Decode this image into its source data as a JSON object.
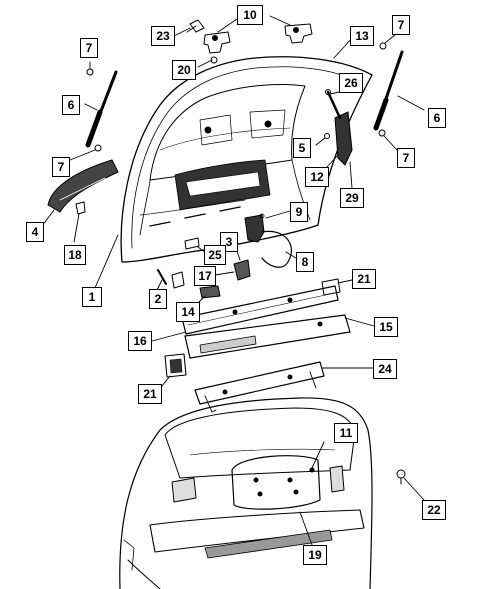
{
  "diagram": {
    "callouts": [
      {
        "key": "c1",
        "label": "1"
      },
      {
        "key": "c2",
        "label": "2"
      },
      {
        "key": "c3",
        "label": "3"
      },
      {
        "key": "c4",
        "label": "4"
      },
      {
        "key": "c5",
        "label": "5"
      },
      {
        "key": "c6a",
        "label": "6"
      },
      {
        "key": "c6b",
        "label": "6"
      },
      {
        "key": "c7a",
        "label": "7"
      },
      {
        "key": "c7b",
        "label": "7"
      },
      {
        "key": "c7c",
        "label": "7"
      },
      {
        "key": "c7d",
        "label": "7"
      },
      {
        "key": "c8",
        "label": "8"
      },
      {
        "key": "c9",
        "label": "9"
      },
      {
        "key": "c10",
        "label": "10"
      },
      {
        "key": "c11",
        "label": "11"
      },
      {
        "key": "c12",
        "label": "12"
      },
      {
        "key": "c13",
        "label": "13"
      },
      {
        "key": "c14",
        "label": "14"
      },
      {
        "key": "c15",
        "label": "15"
      },
      {
        "key": "c16",
        "label": "16"
      },
      {
        "key": "c17",
        "label": "17"
      },
      {
        "key": "c18",
        "label": "18"
      },
      {
        "key": "c19",
        "label": "19"
      },
      {
        "key": "c20",
        "label": "20"
      },
      {
        "key": "c21a",
        "label": "21"
      },
      {
        "key": "c21b",
        "label": "21"
      },
      {
        "key": "c22",
        "label": "22"
      },
      {
        "key": "c23",
        "label": "23"
      },
      {
        "key": "c24",
        "label": "24"
      },
      {
        "key": "c25",
        "label": "25"
      },
      {
        "key": "c26",
        "label": "26"
      },
      {
        "key": "c29",
        "label": "29"
      }
    ]
  }
}
